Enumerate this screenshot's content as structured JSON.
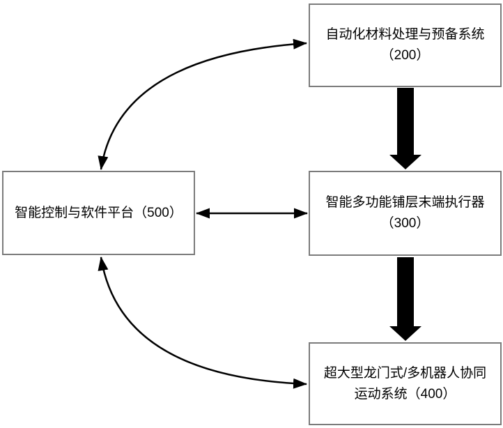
{
  "diagram": {
    "title_hint": "system-architecture-flowchart",
    "background": "#ffffff",
    "box_border_color": "#7b7b7b",
    "arrow_color": "#000000",
    "boxes": {
      "material_system": {
        "line1": "自动化材料处理与预备系统",
        "line2": "（200）"
      },
      "layup_end_effector": {
        "line1": "智能多功能铺层末端执行器",
        "line2": "（300）"
      },
      "gantry_motion_system": {
        "line1": "超大型龙门式/多机器人协同",
        "line2": "运动系统（400）"
      },
      "control_platform": {
        "line1": "智能控制与软件平台（500）"
      }
    },
    "connections": [
      {
        "from": "control_platform",
        "to": "material_system",
        "style": "curved",
        "heads": "both"
      },
      {
        "from": "material_system",
        "to": "layup_end_effector",
        "style": "thick-block",
        "heads": "end"
      },
      {
        "from": "control_platform",
        "to": "layup_end_effector",
        "style": "straight",
        "heads": "both"
      },
      {
        "from": "layup_end_effector",
        "to": "gantry_motion_system",
        "style": "thick-block",
        "heads": "end"
      },
      {
        "from": "control_platform",
        "to": "gantry_motion_system",
        "style": "curved",
        "heads": "both"
      }
    ]
  }
}
